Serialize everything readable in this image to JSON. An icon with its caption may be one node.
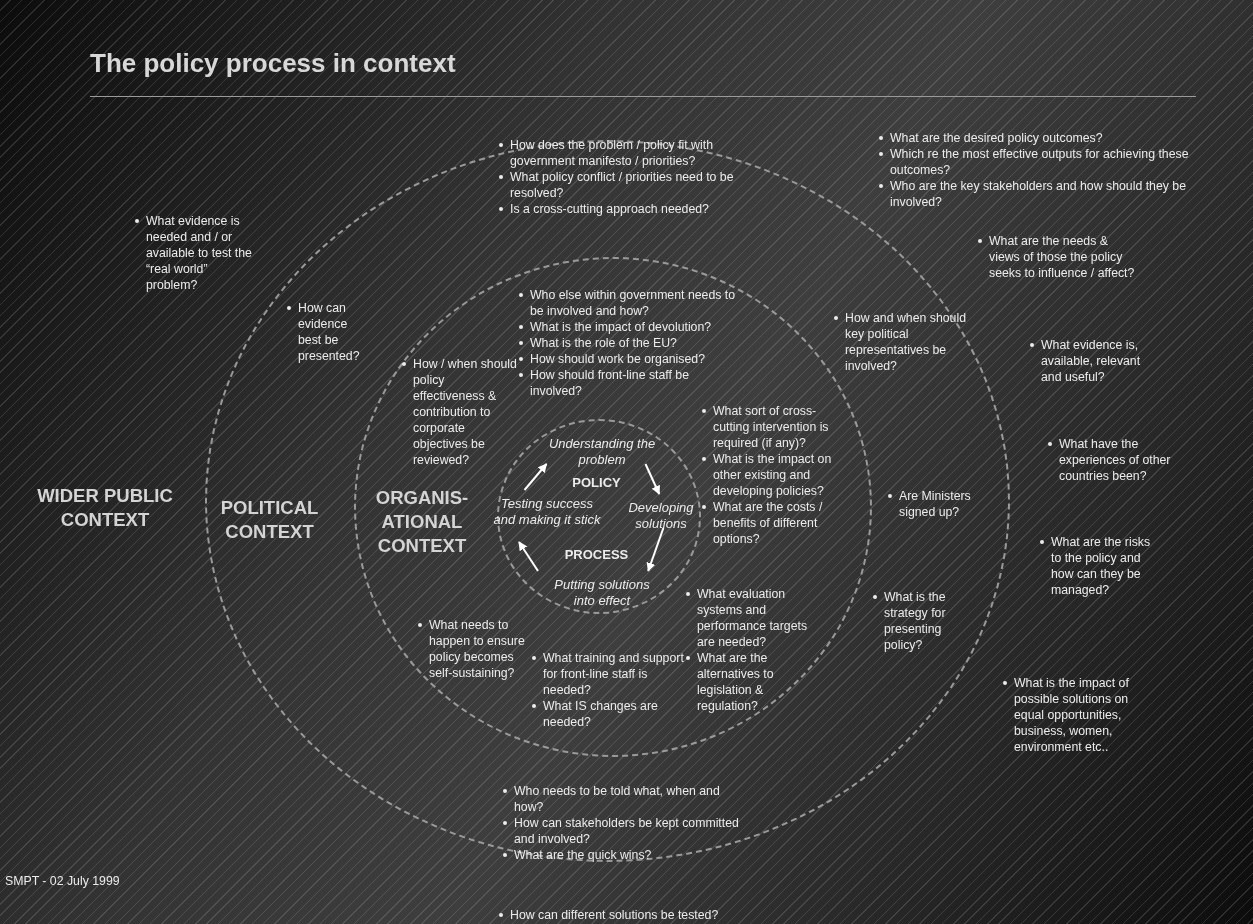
{
  "diagram": {
    "title": "The policy process in context",
    "nodes": [
      {
        "text": [
          "POLITICAL CONTEXT"
        ]
      },
      {
        "text": [
          "ORGANIS- ATIONAL CONTEXT"
        ],
        "in": 0
      },
      {
        "text": [
          "POLICY",
          "PROCESS"
        ],
        "in": 1
      },
      {
        "text": [
          "Understanding the problem"
        ],
        "in": 2
      },
      {
        "text": [
          "Developing solutions"
        ],
        "in": 2
      },
      {
        "text": [
          "Putting solutions into effect"
        ],
        "in": 2
      },
      {
        "text": [
          "Testing success and making it stick"
        ],
        "in": 2
      }
    ],
    "edges": [
      {
        "from": 3,
        "to": 4,
        "arrow": "to"
      },
      {
        "from": 4,
        "to": 5,
        "arrow": "to"
      },
      {
        "from": 5,
        "to": 6,
        "arrow": "to"
      },
      {
        "from": 6,
        "to": 3,
        "arrow": "to"
      }
    ],
    "labels": [
      "WIDER PUBLIC CONTEXT",
      "What are the desired policy outcomes?",
      "Which re the most effective outputs for achieving these outcomes?",
      "Who are the key stakeholders and how should they be involved?",
      "How does the problem / policy fit with government manifesto / priorities?",
      "What policy conflict / priorities need to be resolved?",
      "Is a cross-cutting approach needed?",
      "What evidence is needed and / or available to test the “real world” problem?",
      "What are the needs & views of those the policy seeks to influence / affect?",
      "How can evidence best be presented?",
      "Who else within government needs to be involved and how?",
      "What is the impact of devolution?",
      "What is the role of the EU?",
      "How should work be organised?",
      "How should front-line staff be involved?",
      "How and when should key political representatives be involved?",
      "What evidence is, available, relevant and useful?",
      "How / when should policy effectiveness & contribution to corporate objectives be reviewed?",
      "What sort of cross-cutting intervention is required (if any)?",
      "What is the impact on other existing and developing policies?",
      "What are the costs / benefits of different options?",
      "What have the experiences of other countries been?",
      "Are Ministers signed up?",
      "What evaluation systems and performance targets are needed?",
      "What are the alternatives to legislation & regulation?",
      "What are the risks to the policy and how can they be managed?",
      "What needs to happen to ensure policy becomes self-sustaining?",
      "What is the strategy for presenting policy?",
      "What training and support for front-line staff is needed?",
      "What IS changes are needed?",
      "What is the impact of possible solutions on equal opportunities, business, women, environment etc..",
      "Who needs to be told what, when and how?",
      "How can stakeholders be kept committed and involved?",
      "What are the quick wins?",
      "SMPT - 02 July 1999",
      "How can different solutions be tested?"
    ]
  }
}
